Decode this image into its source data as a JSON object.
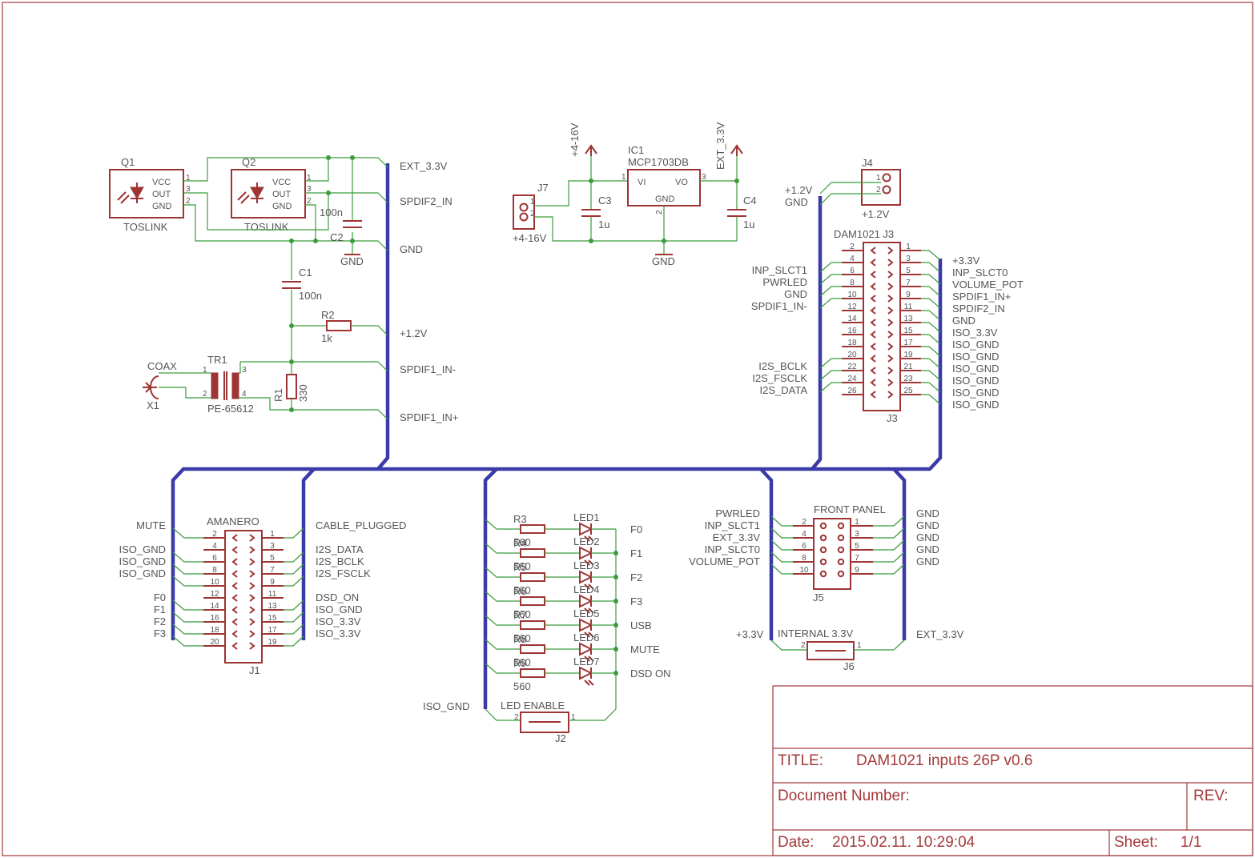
{
  "title_block": {
    "title_label": "TITLE:",
    "title_value": "DAM1021 inputs 26P v0.6",
    "doc_label": "Document Number:",
    "rev_label": "REV:",
    "date_label": "Date:",
    "date_value": "2015.02.11. 10:29:04",
    "sheet_label": "Sheet:",
    "sheet_value": "1/1"
  },
  "spdif": {
    "q1_name": "Q1",
    "q1_value": "TOSLINK",
    "q2_name": "Q2",
    "q2_value": "TOSLINK",
    "pin_vcc": "VCC",
    "pin_out": "OUT",
    "pin_gnd": "GND",
    "c2_name": "C2",
    "c2_value": "100n",
    "c1_name": "C1",
    "c1_value": "100n",
    "r2_name": "R2",
    "r2_value": "1k",
    "r1_name": "R1",
    "r1_value": "330",
    "tr1_name": "TR1",
    "tr1_value": "PE-65612",
    "x1_name": "X1",
    "x1_value": "COAX",
    "gnd": "GND",
    "nets": [
      "EXT_3.3V",
      "SPDIF2_IN",
      "GND",
      "+1.2V",
      "SPDIF1_IN-",
      "SPDIF1_IN+"
    ]
  },
  "regulator": {
    "j7_name": "J7",
    "j7_value": "+4-16V",
    "supply_in": "+4-16V",
    "supply_out": "EXT_3.3V",
    "ic1_name": "IC1",
    "ic1_value": "MCP1703DB",
    "pin_vi": "VI",
    "pin_vo": "VO",
    "pin_gnd": "GND",
    "c3_name": "C3",
    "c3_value": "1u",
    "c4_name": "C4",
    "c4_value": "1u",
    "gnd": "GND"
  },
  "j4": {
    "name": "J4",
    "value": "+1.2V",
    "net1": "+1.2V",
    "net2": "GND"
  },
  "j3": {
    "header": "DAM1021 J3",
    "name": "J3",
    "left_nets": [
      "INP_SLCT1",
      "PWRLED",
      "GND",
      "SPDIF1_IN-",
      "I2S_BCLK",
      "I2S_FSCLK",
      "I2S_DATA"
    ],
    "right_nets": [
      "+3.3V",
      "INP_SLCT0",
      "VOLUME_POT",
      "SPDIF1_IN+",
      "SPDIF2_IN",
      "GND",
      "ISO_3.3V",
      "ISO_GND",
      "ISO_GND",
      "ISO_GND",
      "ISO_GND",
      "ISO_GND",
      "ISO_GND"
    ]
  },
  "j1": {
    "header": "AMANERO",
    "name": "J1",
    "left_nets": [
      "MUTE",
      "ISO_GND",
      "ISO_GND",
      "ISO_GND",
      "F0",
      "F1",
      "F2",
      "F3"
    ],
    "right_nets": [
      "CABLE_PLUGGED",
      "I2S_DATA",
      "I2S_BCLK",
      "I2S_FSCLK",
      "DSD_ON",
      "ISO_GND",
      "ISO_3.3V",
      "ISO_3.3V"
    ]
  },
  "leds": {
    "rows": [
      {
        "r": "R3",
        "v": "560",
        "led": "LED1",
        "net": "F0"
      },
      {
        "r": "R4",
        "v": "560",
        "led": "LED2",
        "net": "F1"
      },
      {
        "r": "R5",
        "v": "560",
        "led": "LED3",
        "net": "F2"
      },
      {
        "r": "R6",
        "v": "560",
        "led": "LED4",
        "net": "F3"
      },
      {
        "r": "R7",
        "v": "560",
        "led": "LED5",
        "net": "USB"
      },
      {
        "r": "R8",
        "v": "560",
        "led": "LED6",
        "net": "MUTE"
      },
      {
        "r": "R9",
        "v": "560",
        "led": "LED7",
        "net": "DSD ON"
      }
    ],
    "j2_header": "LED ENABLE",
    "j2_name": "J2",
    "iso_gnd": "ISO_GND"
  },
  "j5": {
    "header": "FRONT PANEL",
    "name": "J5",
    "left_nets": [
      "PWRLED",
      "INP_SLCT1",
      "EXT_3.3V",
      "INP_SLCT0",
      "VOLUME_POT"
    ],
    "right_nets": [
      "GND",
      "GND",
      "GND",
      "GND",
      "GND"
    ]
  },
  "j6": {
    "header": "INTERNAL 3.3V",
    "name": "J6",
    "net_left": "+3.3V",
    "net_right": "EXT_3.3V"
  }
}
